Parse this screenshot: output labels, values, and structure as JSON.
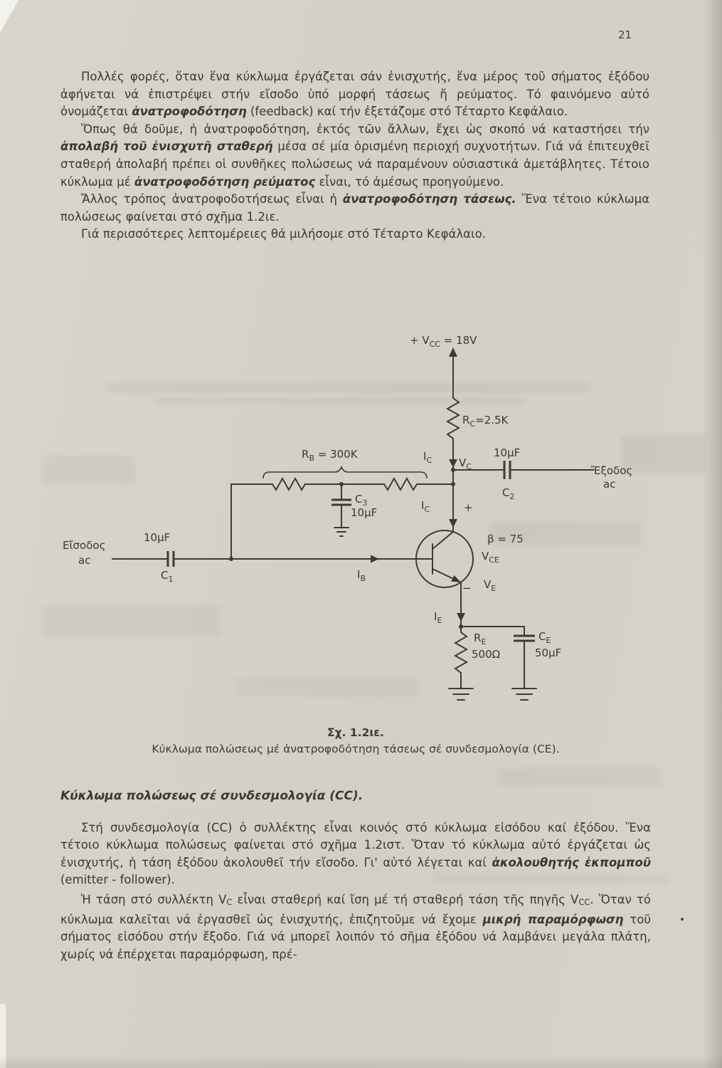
{
  "page": {
    "number": "21"
  },
  "body": {
    "p1": {
      "s1": "Πολλές φορές, ὅταν ἕνα κύκλωμα ἐργάζεται σάν ἐνισχυτής, ἕνα μέρος τοῦ σήματος ἐξόδου ἀφήνεται νά ἐπιστρέψει στήν εἴσοδο ὑπό μορφή τάσεως ἤ ρεύματος. Τό φαινόμενο αὐτό ὀνομάζεται ",
      "em": "ἀνατροφοδότηση",
      "s2": " (feedback) καί τήν ἐξετάζομε στό Τέταρτο Κεφάλαιο."
    },
    "p2": {
      "s1": "Ὅπως θά δοῦμε, ἡ ἀνατροφοδότηση, ἐκτός τῶν ἄλλων, ἔχει ὡς σκοπό νά καταστήσει τήν ",
      "em1": "ἀπολαβή τοῦ ἐνισχυτῆ σταθερή",
      "s2": " μέσα σέ μία ὁρισμένη περιοχή συχνοτήτων. Γιά νά ἐπιτευχθεῖ σταθερή ἀπολαβή πρέπει οἱ συνθῆκες πολώσεως νά παραμένουν οὐσιαστικά ἀμετάβλητες. Τέτοιο κύκλωμα μέ ",
      "em2": "ἀνατροφοδότηση ρεύματος",
      "s3": " εἶναι, τό ἀμέσως προηγούμενο."
    },
    "p3": {
      "s1": "Ἄλλος τρόπος ἀνατροφοδοτήσεως εἶναι ἡ ",
      "em": "ἀνατροφοδότηση τάσεως.",
      "s2": " Ἕνα τέτοιο κύκλωμα πολώσεως φαίνεται στό σχῆμα 1.2ιε."
    },
    "p4": {
      "s1": "Γιά περισσότερες λεπτομέρειες θά μιλήσομε στό Τέταρτο Κεφάλαιο."
    }
  },
  "caption": {
    "fig": "Σχ. 1.2ιε.",
    "text": "Κύκλωμα πολώσεως μέ ἀνατροφοδότηση τάσεως σέ συνδεσμολογία (CE)."
  },
  "section": {
    "heading": "Κύκλωμα πολώσεως σέ συνδεσμολογία (CC).",
    "p5": {
      "s1": "Στή συνδεσμολογία (CC) ὁ συλλέκτης εἶναι κοινός στό κύκλωμα εἰσόδου καί ἐξόδου. Ἕνα τέτοιο κύκλωμα πολώσεως φαίνεται στό σχῆμα 1.2ιστ. Ὅταν τό κύκλωμα αὐτό ἐργάζεται ὡς ἐνισχυτής, ἡ τάση ἐξόδου ἀκολουθεῖ τήν εἴσοδο. Γι' αὐτό λέγεται καί ",
      "em": "ἀκολουθητής ἐκπομποῦ",
      "s2": " (emitter - follower)."
    },
    "p6": {
      "s1": "Ἡ τάση στό συλλέκτη V",
      "sub1": "C",
      "s2": " εἶναι σταθερή καί ἴση μέ τή σταθερή τάση τῆς πηγῆς V",
      "sub2": "CC",
      "s3": ". Ὅταν τό κύκλωμα καλεῖται νά ἐργασθεῖ ὡς ἐνισχυτής, ἐπιζητοῦμε νά ἔχομε ",
      "em": "μικρή παραμόρφωση",
      "s4": " τοῦ σήματος εἰσόδου στήν ἔξοδο. Γιά νά μπορεῖ λοιπόν τό σῆμα ἐξόδου νά λαμβάνει μεγάλα πλάτη, χωρίς νά ἐπέρχεται παραμόρφωση, πρέ-"
    }
  },
  "diagram": {
    "vcc": {
      "pre": "+ V",
      "sub": "CC",
      "post": " = 18V"
    },
    "rc": {
      "pre": "R",
      "sub": "C",
      "post": "=2.5K"
    },
    "rb": {
      "pre": "R",
      "sub": "B",
      "post": " = 300K"
    },
    "ic_upper": {
      "pre": "I",
      "sub": "C"
    },
    "ic_lower": {
      "pre": "I",
      "sub": "C"
    },
    "vc": {
      "pre": "V",
      "sub": "C"
    },
    "c1": {
      "value": "10μF",
      "pre": "C",
      "sub": "1"
    },
    "c2": {
      "value": "10μF",
      "pre": "C",
      "sub": "2"
    },
    "c3": {
      "pre": "C",
      "sub": "3",
      "value": "10μF"
    },
    "ce": {
      "pre": "C",
      "sub": "E",
      "value": "50μF"
    },
    "re": {
      "pre": "R",
      "sub": "E",
      "value": "500Ω"
    },
    "ib": {
      "pre": "I",
      "sub": "B"
    },
    "ie": {
      "pre": "I",
      "sub": "E"
    },
    "vce": {
      "pre": "V",
      "sub": "CE"
    },
    "ve": {
      "pre": "V",
      "sub": "E"
    },
    "beta": "β = 75",
    "plus": "+",
    "minus": "−",
    "input": {
      "line1": "Εἴσοδος",
      "line2": "ac"
    },
    "output": {
      "line1": "Ἔξοδος",
      "line2": "ac"
    }
  }
}
